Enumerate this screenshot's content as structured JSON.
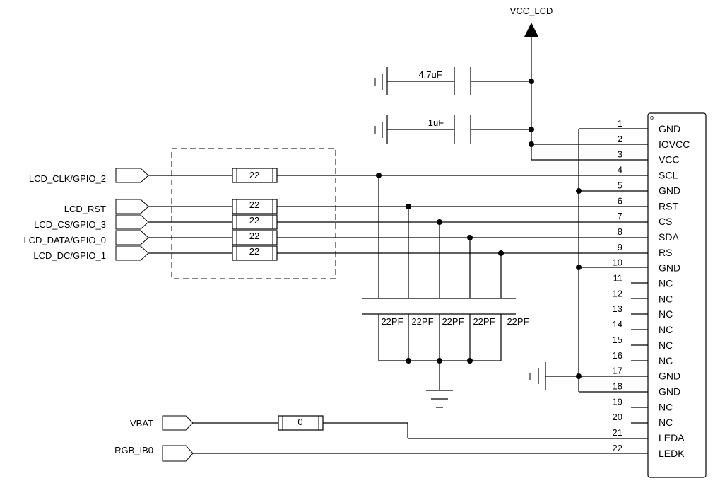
{
  "power": {
    "label": "VCC_LCD"
  },
  "caps": {
    "c1": "4.7uF",
    "c2": "1uF",
    "filter": [
      "22PF",
      "22PF",
      "22PF",
      "22PF",
      "22PF"
    ]
  },
  "nets": {
    "lcd_clk": "LCD_CLK/GPIO_2",
    "lcd_rst": "LCD_RST",
    "lcd_cs": "LCD_CS/GPIO_3",
    "lcd_data": "LCD_DATA/GPIO_0",
    "lcd_dc": "LCD_DC/GPIO_1",
    "vbat": "VBAT",
    "rgb": "RGB_IB0"
  },
  "resistors": {
    "series": [
      "22",
      "22",
      "22",
      "22",
      "22"
    ],
    "vbat": "0"
  },
  "connector": {
    "marker": "o",
    "pins": [
      {
        "num": "1",
        "name": "GND"
      },
      {
        "num": "2",
        "name": "IOVCC"
      },
      {
        "num": "3",
        "name": "VCC"
      },
      {
        "num": "4",
        "name": "SCL"
      },
      {
        "num": "5",
        "name": "GND"
      },
      {
        "num": "6",
        "name": "RST"
      },
      {
        "num": "7",
        "name": "CS"
      },
      {
        "num": "8",
        "name": "SDA"
      },
      {
        "num": "9",
        "name": "RS"
      },
      {
        "num": "10",
        "name": "GND"
      },
      {
        "num": "11",
        "name": "NC"
      },
      {
        "num": "12",
        "name": "NC"
      },
      {
        "num": "13",
        "name": "NC"
      },
      {
        "num": "14",
        "name": "NC"
      },
      {
        "num": "15",
        "name": "NC"
      },
      {
        "num": "16",
        "name": "NC"
      },
      {
        "num": "17",
        "name": "GND"
      },
      {
        "num": "18",
        "name": "GND"
      },
      {
        "num": "19",
        "name": "NC"
      },
      {
        "num": "20",
        "name": "NC"
      },
      {
        "num": "21",
        "name": "LEDA"
      },
      {
        "num": "22",
        "name": "LEDK"
      }
    ]
  }
}
